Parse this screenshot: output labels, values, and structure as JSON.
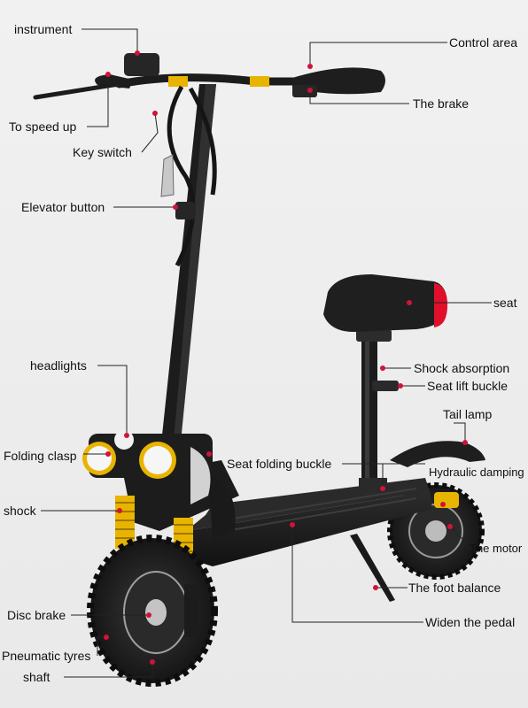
{
  "labels": {
    "instrument": "instrument",
    "control_area": "Control area",
    "to_speed_up": "To speed up",
    "the_brake": "The brake",
    "key_switch": "Key switch",
    "elevator_button": "Elevator button",
    "seat": "seat",
    "headlights": "headlights",
    "shock_absorption": "Shock absorption",
    "seat_lift_buckle": "Seat lift buckle",
    "tail_lamp": "Tail lamp",
    "folding_clasp": "Folding clasp",
    "seat_folding_buckle": "Seat folding buckle",
    "hydraulic_damping": "Hydraulic damping",
    "shock": "shock",
    "the_motor": "The motor",
    "the_foot_balance": "The foot balance",
    "disc_brake": "Disc brake",
    "widen_the_pedal": "Widen the pedal",
    "pneumatic_tyres": "Pneumatic tyres",
    "shaft": "shaft"
  },
  "colors": {
    "frame": "#1c1c1c",
    "accent_yellow": "#e8b400",
    "marker_red": "#d0133a",
    "tail_red": "#e0102a"
  },
  "icons": {
    "scooter": "electric-scooter-illustration"
  }
}
